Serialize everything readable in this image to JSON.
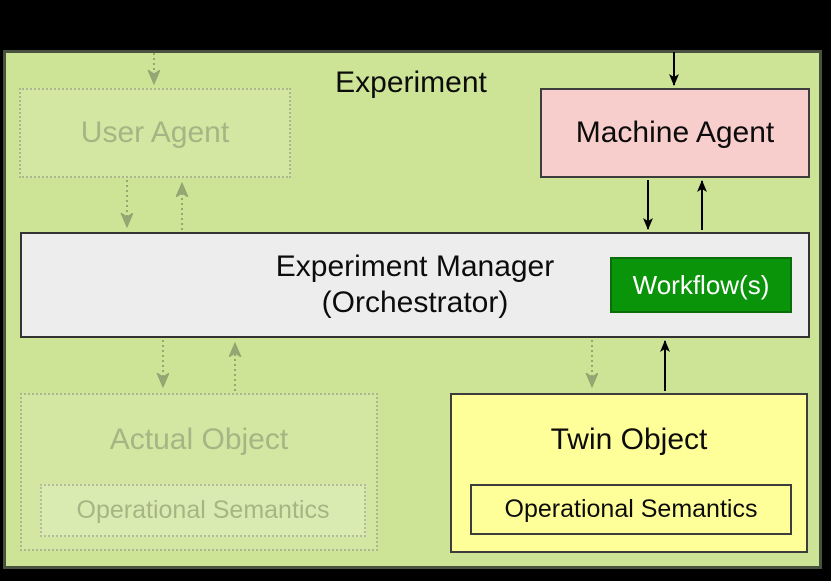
{
  "diagram": {
    "container_label": "Experiment",
    "nodes": {
      "user_agent": {
        "label": "User Agent",
        "state": "faded"
      },
      "machine_agent": {
        "label": "Machine Agent"
      },
      "experiment_manager": {
        "line1": "Experiment Manager",
        "line2": "(Orchestrator)"
      },
      "workflow": {
        "label": "Workflow(s)"
      },
      "actual_object": {
        "label": "Actual Object",
        "child_label": "Operational Semantics",
        "state": "faded"
      },
      "twin_object": {
        "label": "Twin Object",
        "child_label": "Operational Semantics"
      }
    },
    "edges": [
      {
        "from": "outside-top",
        "to": "machine_agent",
        "style": "solid"
      },
      {
        "from": "machine_agent",
        "to": "experiment_manager",
        "style": "solid"
      },
      {
        "from": "experiment_manager",
        "to": "machine_agent",
        "style": "solid"
      },
      {
        "from": "twin_object",
        "to": "experiment_manager",
        "style": "solid"
      },
      {
        "from": "outside-top",
        "to": "user_agent",
        "style": "dotted-faded"
      },
      {
        "from": "user_agent",
        "to": "experiment_manager",
        "style": "dotted-faded"
      },
      {
        "from": "experiment_manager",
        "to": "user_agent",
        "style": "dotted-faded"
      },
      {
        "from": "experiment_manager",
        "to": "actual_object",
        "style": "dotted-faded"
      },
      {
        "from": "actual_object",
        "to": "experiment_manager",
        "style": "dotted-faded"
      },
      {
        "from": "experiment_manager",
        "to": "twin_object",
        "style": "dotted-faded"
      }
    ],
    "colors": {
      "page_background": "#000000",
      "container_fill": "#cde496",
      "container_border": "#49513f",
      "machine_agent_fill": "#f8cecc",
      "manager_fill": "#ededed",
      "workflow_fill": "#0a9409",
      "workflow_text": "#ffffff",
      "twin_object_fill": "#ffff99",
      "faded_text": "#a5b684",
      "solid_arrow": "#000000",
      "faded_arrow": "#93a873"
    }
  }
}
